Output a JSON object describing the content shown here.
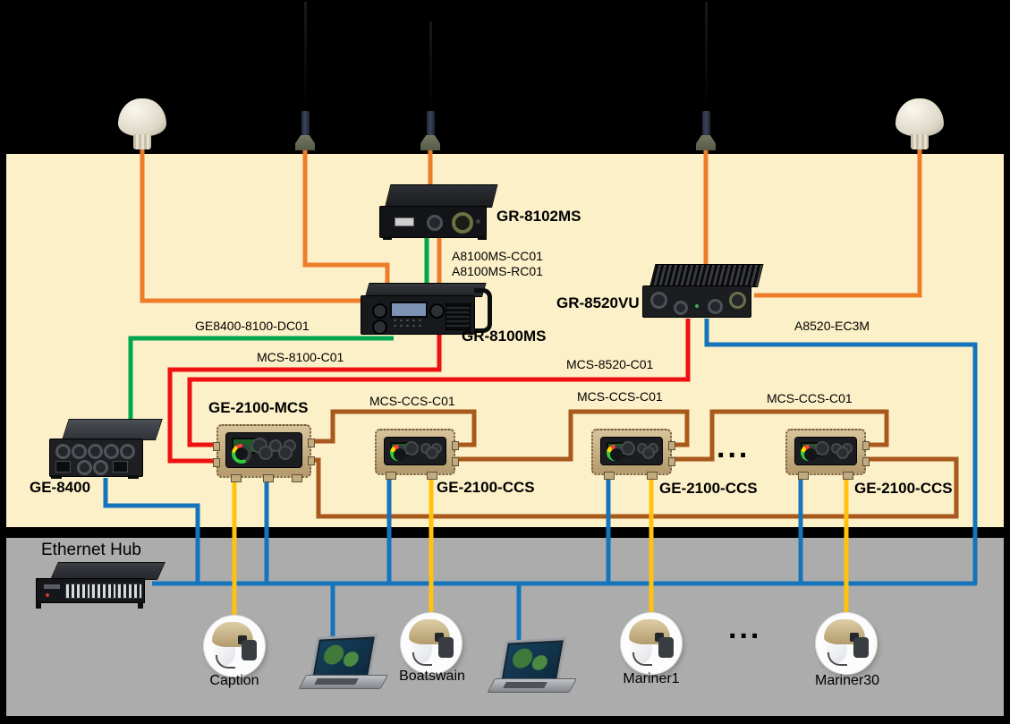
{
  "colors": {
    "zone_antenna_bg": "#000000",
    "zone_equipment_bg": "#FCF0C8",
    "zone_network_bg": "#ACACAC",
    "cable_orange": "#EE7D2B",
    "cable_green": "#00A650",
    "cable_red": "#EE1111",
    "cable_brown": "#A9591C",
    "cable_blue": "#1474BC",
    "cable_yellow": "#FFC20E"
  },
  "devices": {
    "gr8102ms": {
      "label": "GR-8102MS"
    },
    "gr8100ms": {
      "label": "GR-8100MS"
    },
    "gr8520vu": {
      "label": "GR-8520VU"
    },
    "ge8400": {
      "label": "GE-8400"
    },
    "ge2100mcs": {
      "label": "GE-2100-MCS"
    },
    "ge2100ccs_1": {
      "label": "GE-2100-CCS"
    },
    "ge2100ccs_2": {
      "label": "GE-2100-CCS"
    },
    "ge2100ccs_3": {
      "label": "GE-2100-CCS"
    },
    "ethernet_hub": {
      "label": "Ethernet Hub"
    }
  },
  "cables": {
    "a8100ms_cc01": "A8100MS-CC01",
    "a8100ms_rc01": "A8100MS-RC01",
    "ge8400_8100_dc01": "GE8400-8100-DC01",
    "mcs_8100_c01": "MCS-8100-C01",
    "mcs_8520_c01": "MCS-8520-C01",
    "a8520_ec3m": "A8520-EC3M",
    "mcs_ccs_c01_1": "MCS-CCS-C01",
    "mcs_ccs_c01_2": "MCS-CCS-C01",
    "mcs_ccs_c01_3": "MCS-CCS-C01"
  },
  "users": {
    "captain": "Caption",
    "boatswain": "Boatswain",
    "mariner1": "Mariner1",
    "mariner30": "Mariner30"
  },
  "ellipsis": {
    "ccs_row": "...",
    "mariner_row": "..."
  }
}
